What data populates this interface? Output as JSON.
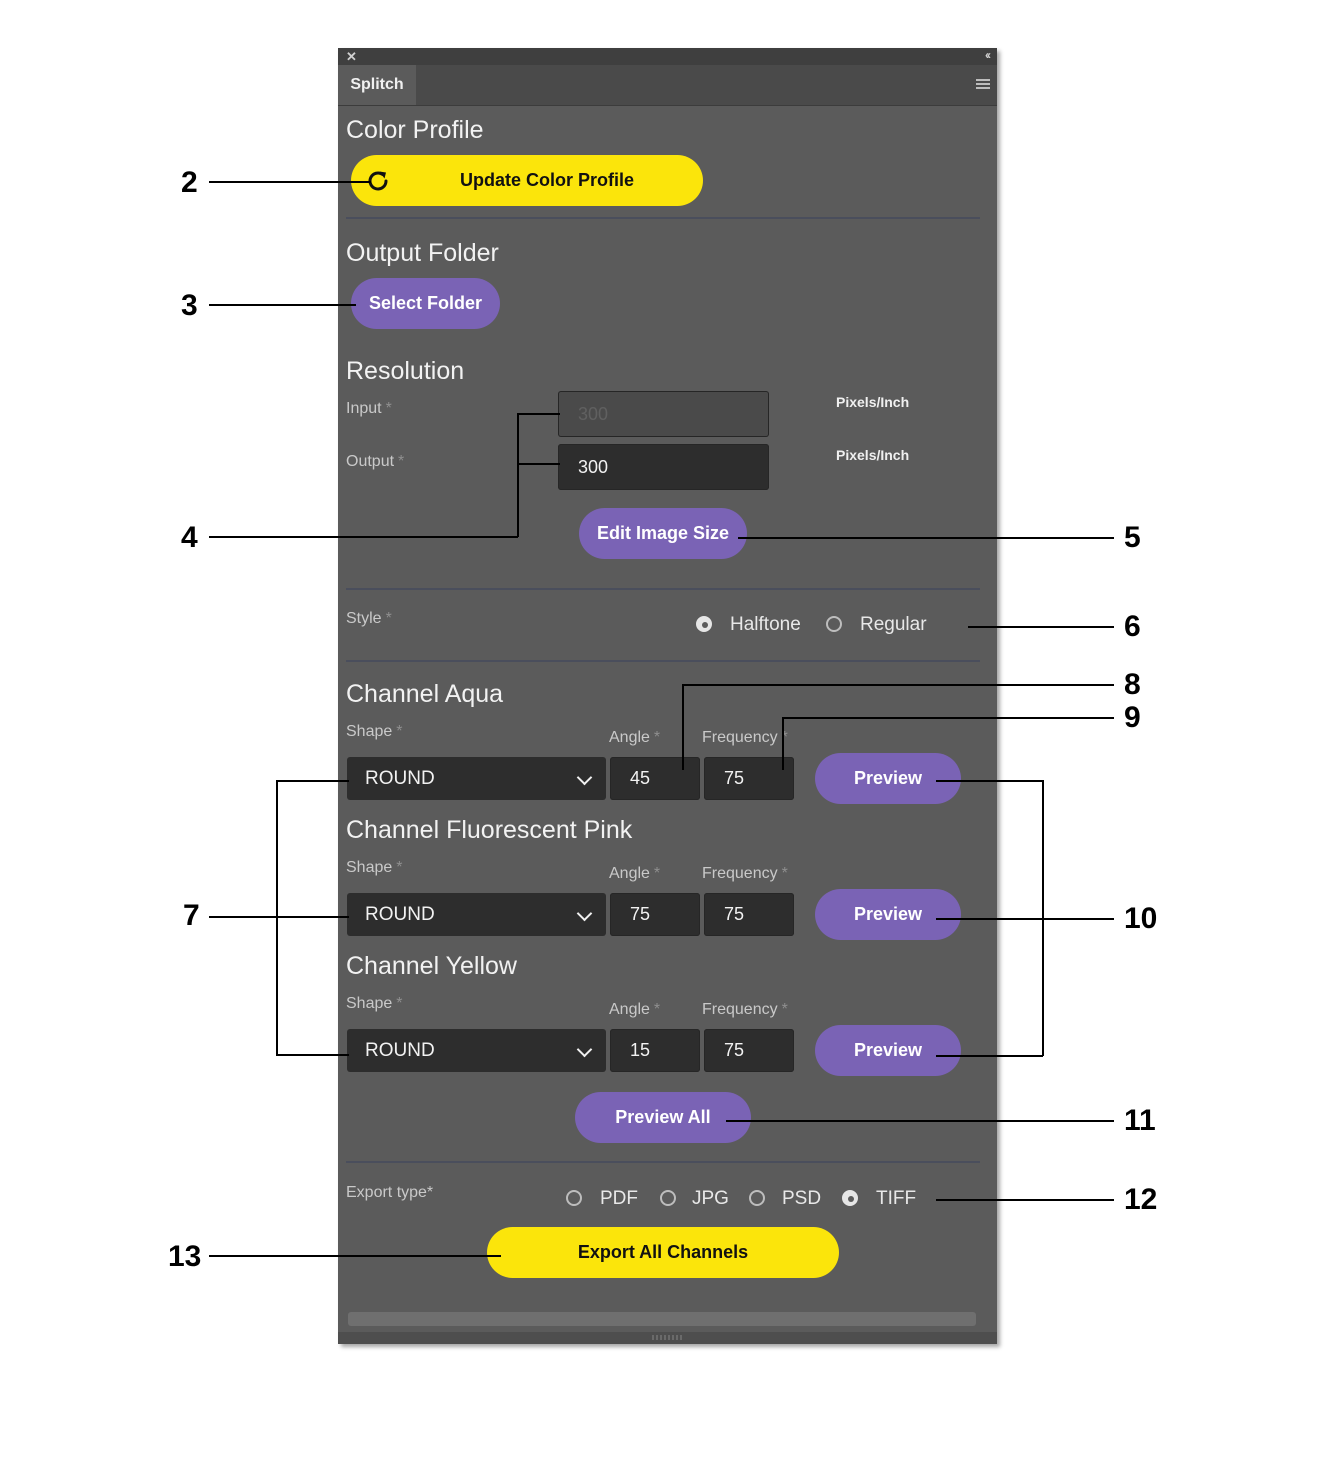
{
  "panel": {
    "close_icon": "close-icon",
    "collapse_icon": "double-chevron-left-icon",
    "tab_label": "Splitch",
    "menu_icon": "hamburger-menu-icon"
  },
  "color_profile": {
    "heading": "Color Profile",
    "button_label": "Update Color Profile",
    "button_icon": "refresh-icon"
  },
  "output_folder": {
    "heading": "Output Folder",
    "button_label": "Select Folder"
  },
  "resolution": {
    "heading": "Resolution",
    "input_label": "Input",
    "input_value": "300",
    "input_unit": "Pixels/Inch",
    "output_label": "Output",
    "output_value": "300",
    "output_unit": "Pixels/Inch",
    "required_mark": "*",
    "edit_button": "Edit Image Size"
  },
  "style": {
    "label": "Style",
    "options": [
      {
        "label": "Halftone",
        "selected": true
      },
      {
        "label": "Regular",
        "selected": false
      }
    ]
  },
  "channels": [
    {
      "heading": "Channel Aqua",
      "shape_label": "Shape",
      "shape_value": "ROUND",
      "angle_label": "Angle",
      "angle_value": "45",
      "frequency_label": "Frequency",
      "frequency_value": "75",
      "preview_label": "Preview"
    },
    {
      "heading": "Channel Fluorescent Pink",
      "shape_label": "Shape",
      "shape_value": "ROUND",
      "angle_label": "Angle",
      "angle_value": "75",
      "frequency_label": "Frequency",
      "frequency_value": "75",
      "preview_label": "Preview"
    },
    {
      "heading": "Channel Yellow",
      "shape_label": "Shape",
      "shape_value": "ROUND",
      "angle_label": "Angle",
      "angle_value": "15",
      "frequency_label": "Frequency",
      "frequency_value": "75",
      "preview_label": "Preview"
    }
  ],
  "preview_all_label": "Preview All",
  "export": {
    "label": "Export type*",
    "options": [
      {
        "label": "PDF",
        "selected": false
      },
      {
        "label": "JPG",
        "selected": false
      },
      {
        "label": "PSD",
        "selected": false
      },
      {
        "label": "TIFF",
        "selected": true
      }
    ],
    "button_label": "Export All Channels"
  },
  "callouts": [
    "2",
    "3",
    "4",
    "5",
    "6",
    "7",
    "8",
    "9",
    "10",
    "11",
    "12",
    "13"
  ],
  "colors": {
    "panel_bg": "#5b5b5b",
    "accent_yellow": "#fbe50b",
    "accent_purple": "#7a63b5",
    "field_bg": "#2d2d2d"
  }
}
